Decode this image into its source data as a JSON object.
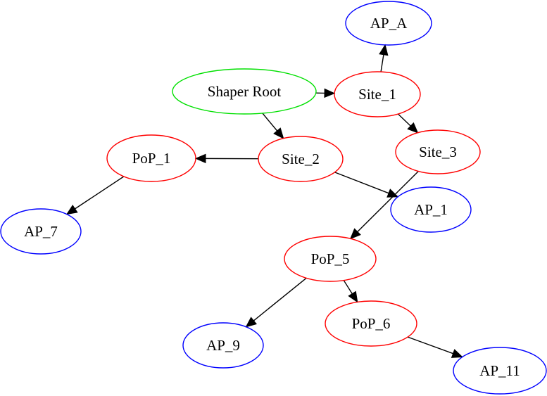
{
  "diagram": {
    "type": "directed-graph",
    "colors": {
      "root": "#00e000",
      "intermediate": "#ff0000",
      "leaf": "#0000ff",
      "edge": "#000000"
    },
    "nodes": [
      {
        "id": "root",
        "label": "Shaper Root",
        "kind": "root"
      },
      {
        "id": "site1",
        "label": "Site_1",
        "kind": "intermediate"
      },
      {
        "id": "site2",
        "label": "Site_2",
        "kind": "intermediate"
      },
      {
        "id": "site3",
        "label": "Site_3",
        "kind": "intermediate"
      },
      {
        "id": "pop1",
        "label": "PoP_1",
        "kind": "intermediate"
      },
      {
        "id": "pop5",
        "label": "PoP_5",
        "kind": "intermediate"
      },
      {
        "id": "pop6",
        "label": "PoP_6",
        "kind": "intermediate"
      },
      {
        "id": "apa",
        "label": "AP_A",
        "kind": "leaf"
      },
      {
        "id": "ap1",
        "label": "AP_1",
        "kind": "leaf"
      },
      {
        "id": "ap7",
        "label": "AP_7",
        "kind": "leaf"
      },
      {
        "id": "ap9",
        "label": "AP_9",
        "kind": "leaf"
      },
      {
        "id": "ap11",
        "label": "AP_11",
        "kind": "leaf"
      }
    ],
    "edges": [
      {
        "from": "root",
        "to": "site1"
      },
      {
        "from": "root",
        "to": "site2"
      },
      {
        "from": "site1",
        "to": "apa"
      },
      {
        "from": "site1",
        "to": "site3"
      },
      {
        "from": "site2",
        "to": "pop1"
      },
      {
        "from": "site2",
        "to": "ap1"
      },
      {
        "from": "pop1",
        "to": "ap7"
      },
      {
        "from": "site3",
        "to": "pop5"
      },
      {
        "from": "pop5",
        "to": "ap9"
      },
      {
        "from": "pop5",
        "to": "pop6"
      },
      {
        "from": "pop6",
        "to": "ap11"
      }
    ]
  }
}
